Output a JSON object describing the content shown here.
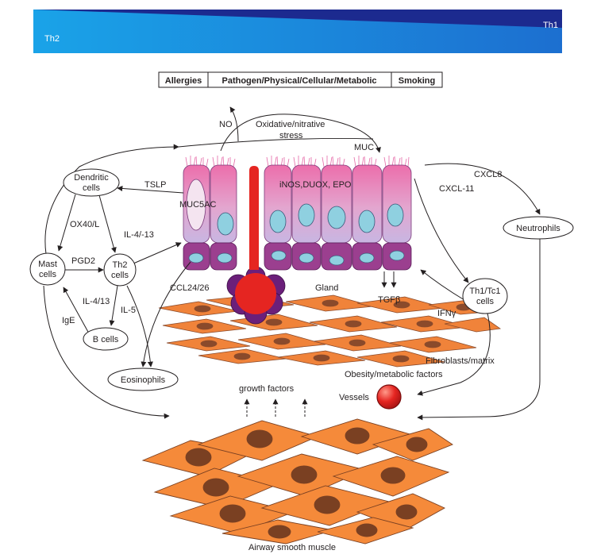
{
  "header": {
    "left_label": "Th2",
    "right_label": "Th1",
    "colors": {
      "dark": "#1c2a8f",
      "mid": "#2a6fd6",
      "light": "#1aa3e8"
    }
  },
  "triggers": [
    "Allergies",
    "Pathogen/Physical/Cellular/Metabolic",
    "Smoking"
  ],
  "nodes": {
    "dendritic": "Dendritic cells",
    "mast": "Mast cells",
    "th2": "Th2 cells",
    "bcells": "B cells",
    "eosinophils": "Eosinophils",
    "neutrophils": "Neutrophils",
    "th1": "Th1/Tc1 cells"
  },
  "labels": {
    "no": "NO",
    "oxidative": "Oxidative/nitrative stress",
    "muc": "MUC",
    "tslp": "TSLP",
    "muc5ac": "MUC5AC",
    "inos": "iNOS,DUOX, EPO",
    "cxcl8": "CXCL8",
    "cxcl11": "CXCL-11",
    "ox40": "OX40/L",
    "il413a": "IL-4/-13",
    "pgd2": "PGD2",
    "il413b": "IL-4/13",
    "il5": "IL-5",
    "ige": "IgE",
    "ccl": "CCL24/26",
    "gland": "Gland",
    "tgfb": "TGFβ",
    "ifng": "IFNγ",
    "fibroblasts": "Fibroblasts/matrix",
    "obesity": "Obesity/metabolic factors",
    "vessels": "Vessels",
    "growth": "growth factors",
    "asm": "Airway smooth muscle"
  },
  "colors": {
    "epithelium_top": "#e77fb1",
    "epithelium_bottom": "#c9a4d8",
    "basal": "#9b3f8f",
    "nucleus": "#8fd0e0",
    "cilia": "#e56aa8",
    "gland": "#e52521",
    "gland_base": "#6b1f7a",
    "fibroblast": "#f0833a",
    "fibroblast_nucleus": "#8a4a2b",
    "muscle": "#f58a3a",
    "muscle_nucleus": "#7a4022",
    "vessel": "#e52521"
  }
}
